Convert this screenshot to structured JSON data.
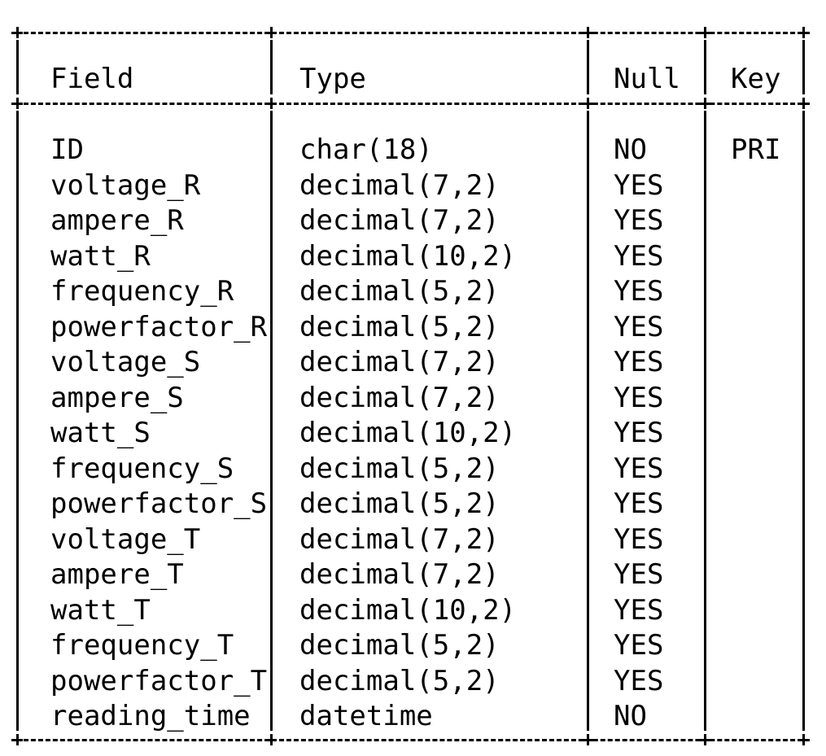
{
  "table": {
    "headers": [
      "Field",
      "Type",
      "Null",
      "Key"
    ],
    "rows": [
      [
        "ID",
        "char(18)",
        "NO",
        "PRI"
      ],
      [
        "voltage_R",
        "decimal(7,2)",
        "YES",
        ""
      ],
      [
        "ampere_R",
        "decimal(7,2)",
        "YES",
        ""
      ],
      [
        "watt_R",
        "decimal(10,2)",
        "YES",
        ""
      ],
      [
        "frequency_R",
        "decimal(5,2)",
        "YES",
        ""
      ],
      [
        "powerfactor_R",
        "decimal(5,2)",
        "YES",
        ""
      ],
      [
        "voltage_S",
        "decimal(7,2)",
        "YES",
        ""
      ],
      [
        "ampere_S",
        "decimal(7,2)",
        "YES",
        ""
      ],
      [
        "watt_S",
        "decimal(10,2)",
        "YES",
        ""
      ],
      [
        "frequency_S",
        "decimal(5,2)",
        "YES",
        ""
      ],
      [
        "powerfactor_S",
        "decimal(5,2)",
        "YES",
        ""
      ],
      [
        "voltage_T",
        "decimal(7,2)",
        "YES",
        ""
      ],
      [
        "ampere_T",
        "decimal(7,2)",
        "YES",
        ""
      ],
      [
        "watt_T",
        "decimal(10,2)",
        "YES",
        ""
      ],
      [
        "frequency_T",
        "decimal(5,2)",
        "YES",
        ""
      ],
      [
        "powerfactor_T",
        "decimal(5,2)",
        "YES",
        ""
      ],
      [
        "reading_time",
        "datetime",
        "NO",
        ""
      ]
    ]
  }
}
